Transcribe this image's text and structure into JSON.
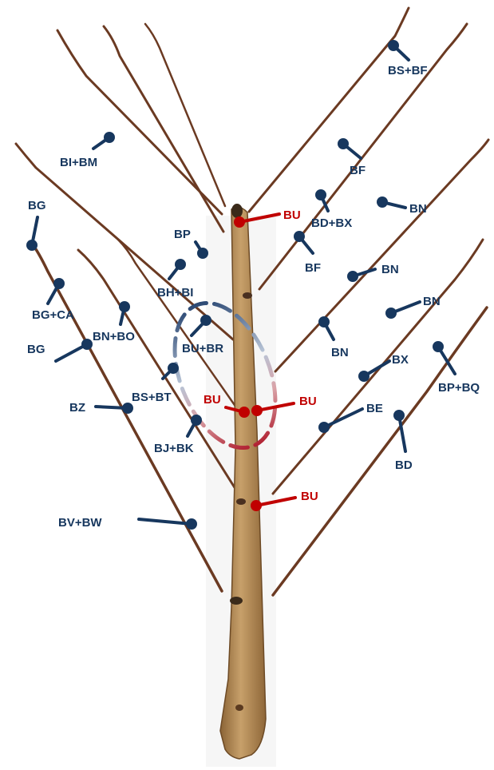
{
  "colors": {
    "annotation_blue": "#17375e",
    "annotation_red": "#c00000",
    "stem_brown": "#b08850",
    "twig_brown": "#6b3a22"
  },
  "labels": {
    "bs_bf": "BS+BF",
    "bi_bm": "BI+BM",
    "bf_upper": "BF",
    "bg_top": "BG",
    "bn_1": "BN",
    "bd_bx": "BD+BX",
    "bu_top": "BU",
    "bp_mid": "BP",
    "bf_lower": "BF",
    "bh_bi": "BH+BI",
    "bn_2": "BN",
    "bg_ca": "BG+CA",
    "bn_bo": "BN+BO",
    "bn_3": "BN",
    "bu_br": "BU+BR",
    "bn_4": "BN",
    "bg_left": "BG",
    "bx": "BX",
    "bp_bq": "BP+BQ",
    "bs_bt": "BS+BT",
    "bu_left": "BU",
    "bu_right": "BU",
    "bz": "BZ",
    "be": "BE",
    "bj_bk": "BJ+BK",
    "bd": "BD",
    "bu_bottom": "BU",
    "bv_bw": "BV+BW"
  }
}
